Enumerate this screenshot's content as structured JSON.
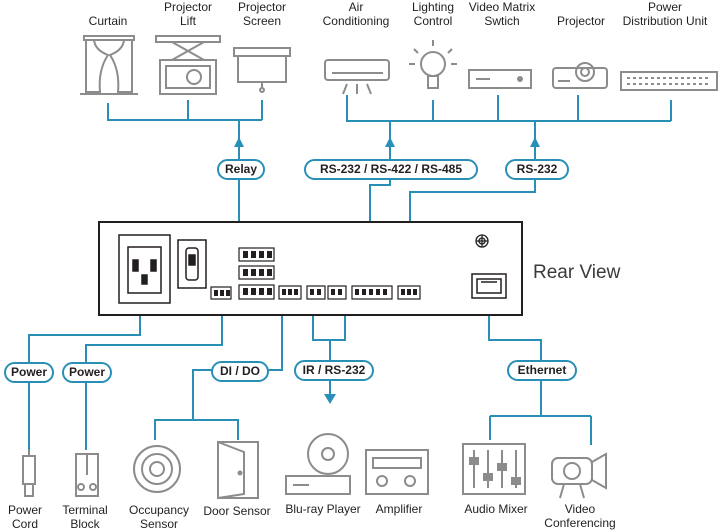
{
  "top_devices": [
    {
      "id": "curtain",
      "label": "Curtain",
      "icon": "curtain-icon"
    },
    {
      "id": "projector-lift",
      "label": "Projector\nLift",
      "icon": "projector-lift-icon"
    },
    {
      "id": "projector-screen",
      "label": "Projector\nScreen",
      "icon": "projector-screen-icon"
    },
    {
      "id": "air-conditioning",
      "label": "Air\nConditioning",
      "icon": "air-conditioner-icon"
    },
    {
      "id": "lighting-control",
      "label": "Lighting\nControl",
      "icon": "light-bulb-icon"
    },
    {
      "id": "video-matrix",
      "label": "Video Matrix\nSwtich",
      "icon": "video-matrix-icon"
    },
    {
      "id": "projector",
      "label": "Projector",
      "icon": "projector-icon"
    },
    {
      "id": "pdu",
      "label": "Power\nDistribution Unit",
      "icon": "power-strip-icon"
    }
  ],
  "top_ports": {
    "relay": "Relay",
    "serial_multi": "RS-232 / RS-422 / RS-485",
    "serial": "RS-232"
  },
  "rear_view_label": "Rear View",
  "bottom_ports": {
    "power_1": "Power",
    "power_2": "Power",
    "dido": "DI / DO",
    "ir_serial": "IR / RS-232",
    "ethernet": "Ethernet"
  },
  "bottom_devices": [
    {
      "id": "power-cord",
      "label": "Power\nCord",
      "icon": "power-cord-icon"
    },
    {
      "id": "terminal-block",
      "label": "Terminal\nBlock",
      "icon": "terminal-block-icon"
    },
    {
      "id": "occupancy-sensor",
      "label": "Occupancy\nSensor",
      "icon": "occupancy-sensor-icon"
    },
    {
      "id": "door-sensor",
      "label": "Door Sensor",
      "icon": "door-icon"
    },
    {
      "id": "bluray",
      "label": "Blu-ray Player",
      "icon": "bluray-player-icon"
    },
    {
      "id": "amplifier",
      "label": "Amplifier",
      "icon": "amplifier-icon"
    },
    {
      "id": "audio-mixer",
      "label": "Audio Mixer",
      "icon": "audio-mixer-icon"
    },
    {
      "id": "video-conf",
      "label": "Video\nConferencing",
      "icon": "video-conference-camera-icon"
    }
  ],
  "colors": {
    "line": "#2a8fb6",
    "icon": "#8c8c8c",
    "device": "#231f20",
    "text": "#231f20"
  }
}
